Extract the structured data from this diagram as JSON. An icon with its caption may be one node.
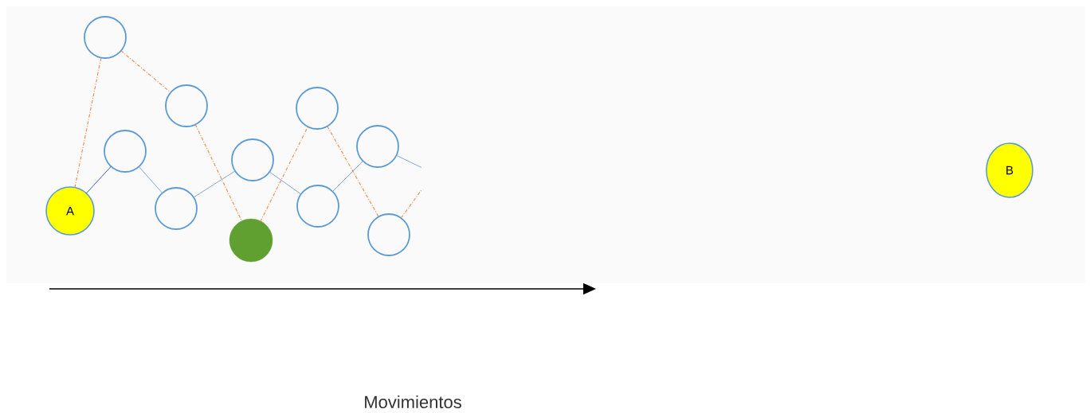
{
  "diagram": {
    "nodes": [
      {
        "text": [
          "A"
        ]
      },
      {
        "text": [],
        "shape": "circle"
      },
      {
        "text": [],
        "shape": "circle"
      },
      {
        "text": [],
        "shape": "circle"
      },
      {
        "text": [],
        "shape": "circle"
      },
      {
        "text": [],
        "shape": "circle"
      },
      {
        "text": [],
        "shape": "circle"
      },
      {
        "text": [],
        "shape": "circle"
      },
      {
        "text": [],
        "shape": "circle"
      },
      {
        "text": [],
        "shape": "circle"
      },
      {
        "text": [],
        "shape": "circle"
      },
      {
        "text": [
          "B"
        ]
      }
    ],
    "edges": [
      {
        "from": 0,
        "to": 3,
        "arrow": "none",
        "color": "#3f5fbf"
      },
      {
        "from": 3,
        "to": 4,
        "arrow": "none",
        "color": "#7fa8dc"
      },
      {
        "from": 4,
        "to": 5,
        "arrow": "none",
        "color": "#7fa8dc"
      },
      {
        "from": 5,
        "to": 8,
        "arrow": "none",
        "color": "#7fa8dc"
      },
      {
        "from": 8,
        "to": 9,
        "arrow": "none",
        "color": "#7fa8dc"
      },
      {
        "from": 9,
        "to": null,
        "arrow": "none",
        "color": "#7fa8dc"
      },
      {
        "from": 0,
        "to": 1,
        "arrow": "none",
        "style": "dashed",
        "color": "#f0864a"
      },
      {
        "from": 1,
        "to": 2,
        "arrow": "none",
        "style": "dashed",
        "color": "#f0864a"
      },
      {
        "from": 2,
        "to": 6,
        "arrow": "none",
        "style": "dashed",
        "color": "#f0864a"
      },
      {
        "from": 6,
        "to": 7,
        "arrow": "none",
        "style": "dashed",
        "color": "#f0864a"
      },
      {
        "from": 7,
        "to": 10,
        "arrow": "none",
        "style": "dashed",
        "color": "#f0864a"
      },
      {
        "from": 10,
        "to": null,
        "arrow": "none",
        "style": "dashed",
        "color": "#f0864a"
      }
    ],
    "labels": [
      "Movimientos"
    ]
  }
}
